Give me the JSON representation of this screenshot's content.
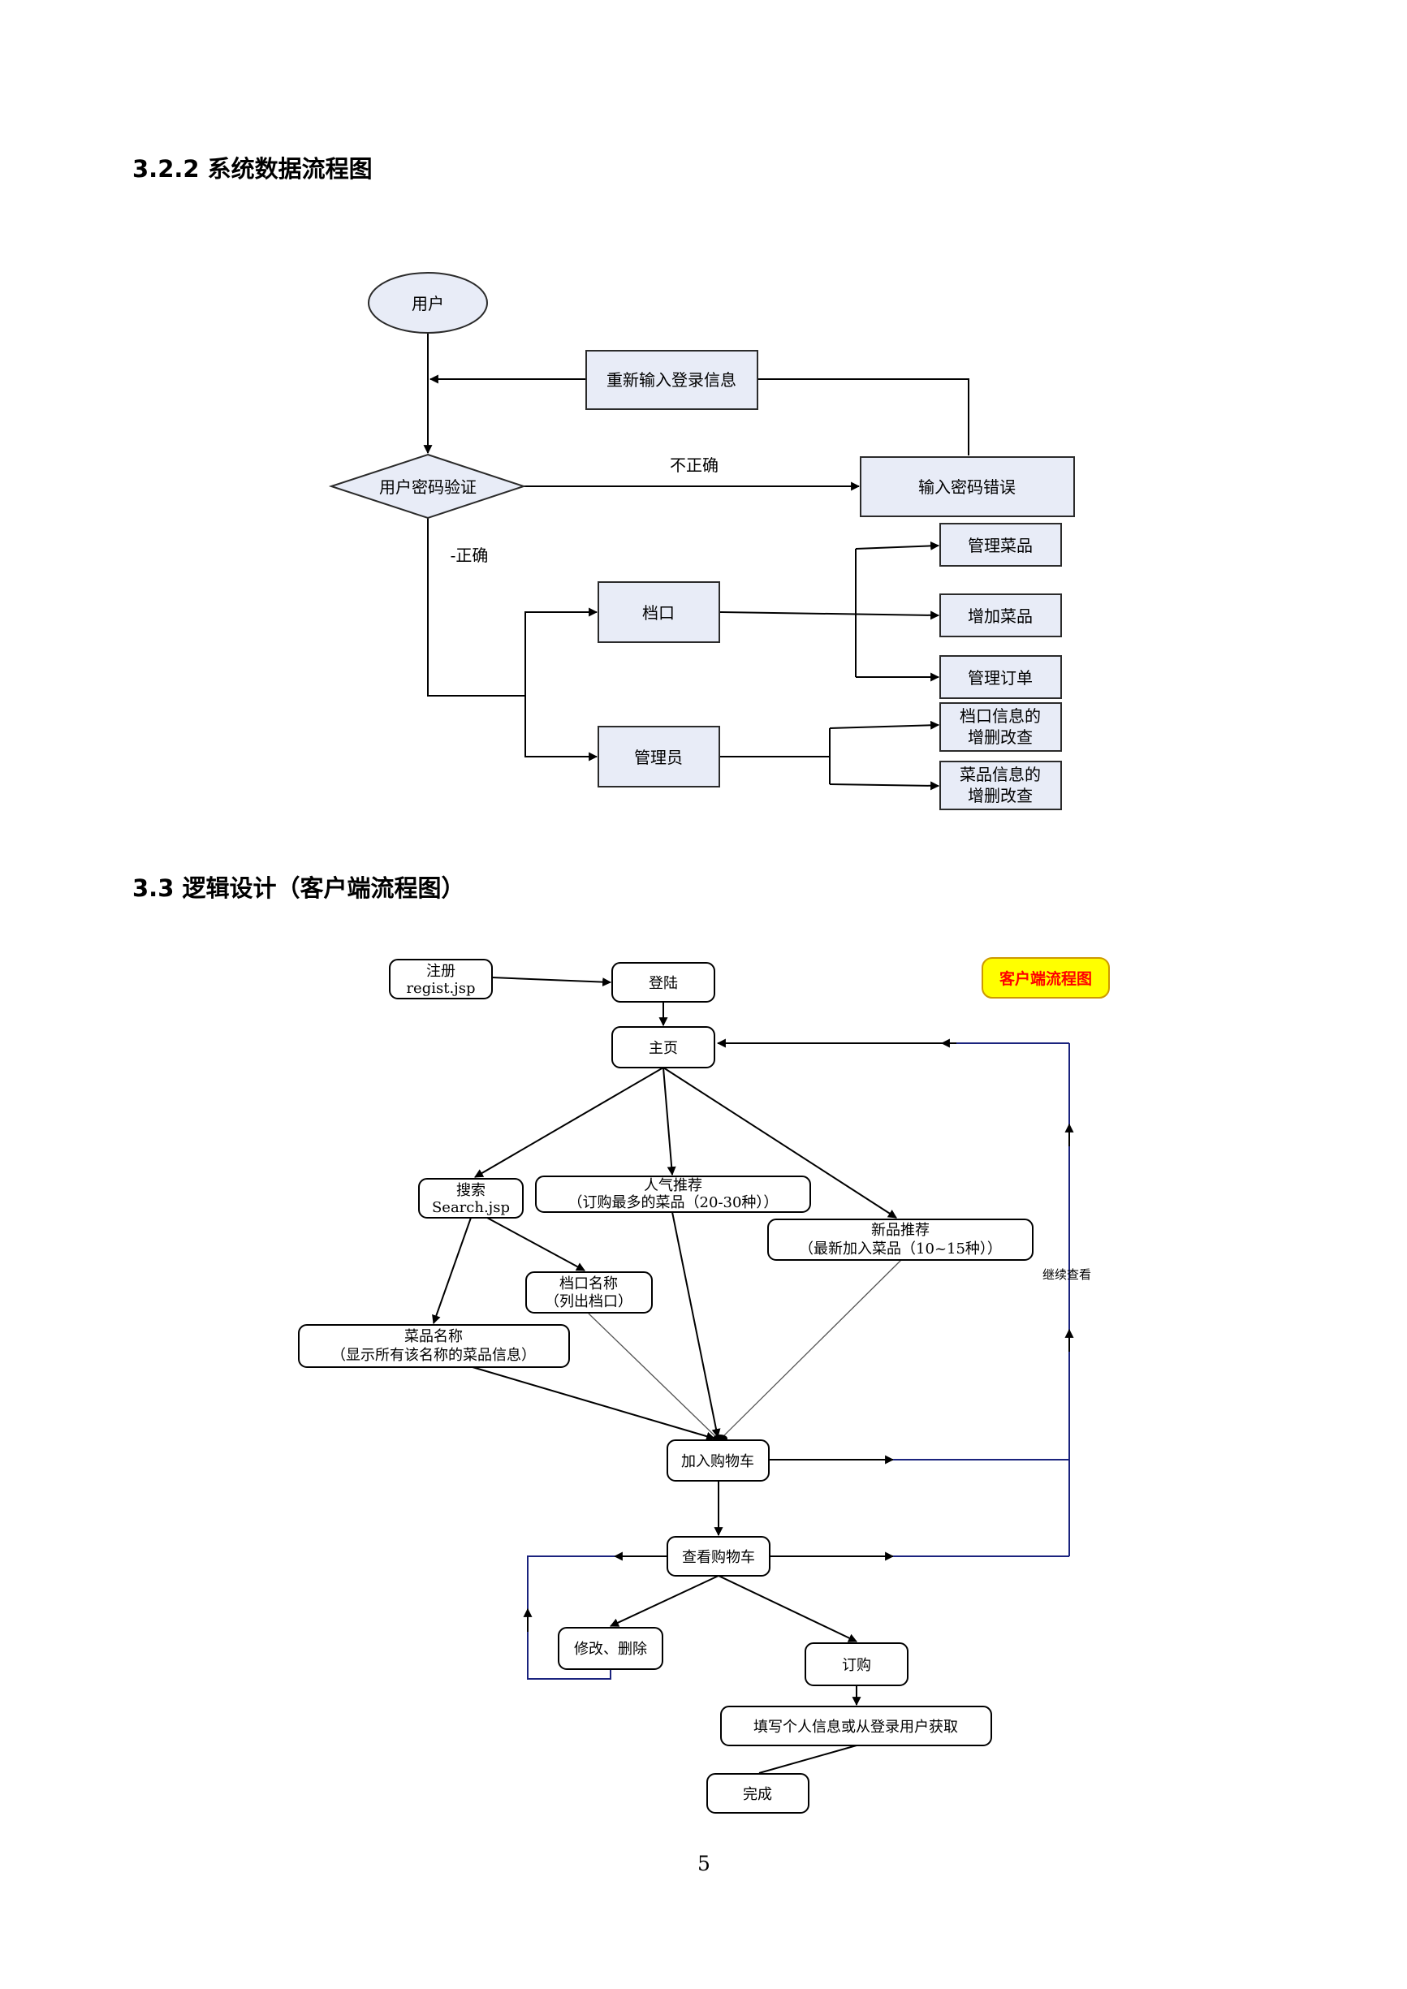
{
  "headings": {
    "section_322": "3.2.2 系统数据流程图",
    "section_33": "3.3 逻辑设计（客户端流程图）"
  },
  "dfd": {
    "user": "用户",
    "reenter": "重新输入登录信息",
    "verify": "用户密码验证",
    "incorrect_label": "不正确",
    "password_error": "输入密码错误",
    "correct_label": "-正确",
    "stall": "档口",
    "admin": "管理员",
    "manage_dishes": "管理菜品",
    "add_dishes": "增加菜品",
    "manage_orders": "管理订单",
    "stall_crud": [
      "档口信息的",
      "增删改查"
    ],
    "dish_crud": [
      "菜品信息的",
      "增删改查"
    ]
  },
  "client": {
    "legend": "客户端流程图",
    "register": [
      "注册",
      "regist.jsp"
    ],
    "login": "登陆",
    "home": "主页",
    "search": [
      "搜索",
      "Search.jsp"
    ],
    "popular": [
      "人气推荐",
      "（订购最多的菜品（20-30种））"
    ],
    "new_items": [
      "新品推荐",
      "（最新加入菜品（10~15种））"
    ],
    "stall_name": [
      "档口名称",
      "（列出档口）"
    ],
    "dish_name": [
      "菜品名称",
      "（显示所有该名称的菜品信息）"
    ],
    "add_to_cart": "加入购物车",
    "view_cart": "查看购物车",
    "edit_delete": "修改、删除",
    "order": "订购",
    "fill_info": "填写个人信息或从登录用户获取",
    "done": "完成",
    "continue_browsing": "继续查看"
  },
  "page_number": "5",
  "colors": {
    "box_fill": "#e8ecf7",
    "legend_fill": "#ffff00",
    "legend_text": "#ff0000",
    "loop_line": "#1a237e"
  }
}
